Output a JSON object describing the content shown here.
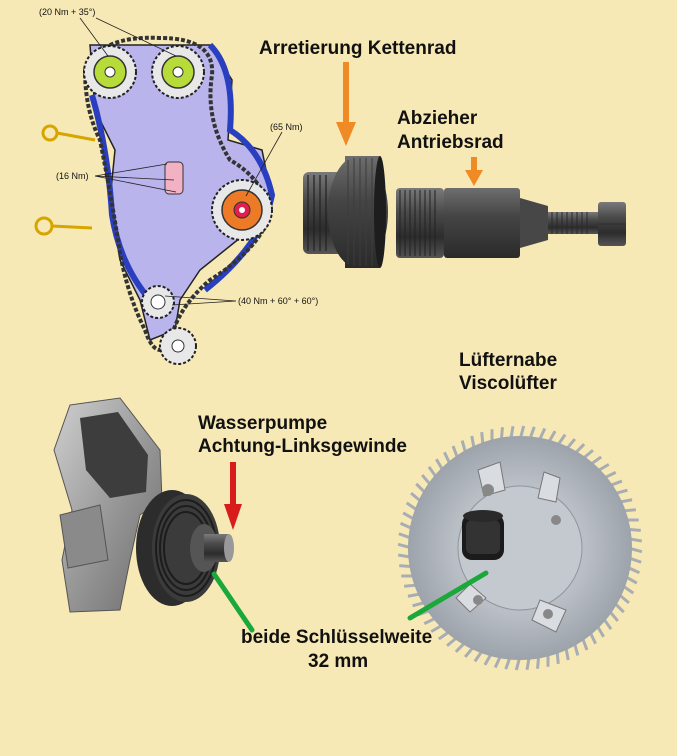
{
  "labels": {
    "arretierung": "Arretierung Kettenrad",
    "abzieher_line1": "Abzieher",
    "abzieher_line2": "Antriebsrad",
    "wasserpumpe_line1": "Wasserpumpe",
    "wasserpumpe_line2": "Achtung-Linksgewinde",
    "luefter_line1": "Lüfternabe",
    "luefter_line2": "Viscolüfter",
    "schluessel_line1": "beide Schlüsselweite",
    "schluessel_line2": "32 mm"
  },
  "torque": {
    "top": "(20 Nm + 35°)",
    "tensioner": "(16 Nm)",
    "sprocket": "(65 Nm)",
    "bottom": "(40 Nm + 60° + 60°)"
  },
  "colors": {
    "background": "#f7e9b5",
    "arrow_orange": "#f08a24",
    "arrow_red": "#d81c1c",
    "pointer_green": "#1aa83a",
    "chain_guide": "#2a3fc0",
    "housing": "#b9b4ec"
  }
}
